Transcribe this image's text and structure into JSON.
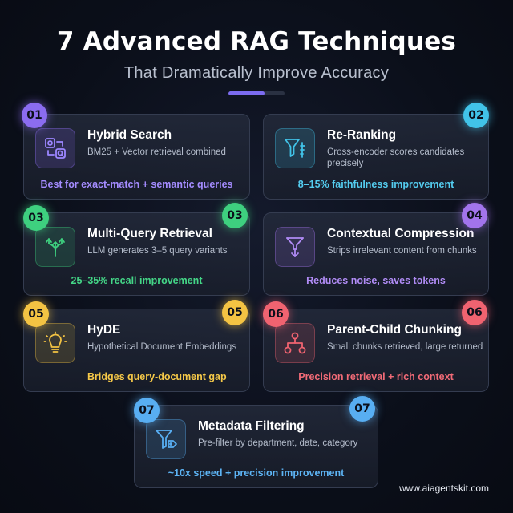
{
  "header": {
    "title": "7 Advanced RAG Techniques",
    "subtitle": "That Dramatically Improve Accuracy",
    "progress": 0.64
  },
  "colors": {
    "purple": "#8b6cf0",
    "cyan": "#41c3e8",
    "green": "#3ed07f",
    "violet": "#a274ec",
    "yellow": "#f3c343",
    "red": "#f06370",
    "blue": "#58aef2"
  },
  "cards": [
    {
      "number": "01",
      "title": "Hybrid Search",
      "desc": "BM25 + Vector retrieval combined",
      "foot": "Best for exact-match + semantic queries",
      "icon": "search-icon",
      "color": "purple"
    },
    {
      "number": "02",
      "title": "Re-Ranking",
      "desc": "Cross-encoder scores candidates precisely",
      "foot": "8–15% faithfulness improvement",
      "icon": "funnel-icon",
      "color": "cyan"
    },
    {
      "number": "03",
      "title": "Multi-Query Retrieval",
      "desc": "LLM generates 3–5 query variants",
      "foot": "25–35% recall improvement",
      "icon": "branch-arrows-icon",
      "color": "green"
    },
    {
      "number": "04",
      "title": "Contextual Compression",
      "desc": "Strips irrelevant content from chunks",
      "foot": "Reduces noise, saves tokens",
      "icon": "compress-funnel-icon",
      "color": "violet"
    },
    {
      "number": "05",
      "title": "HyDE",
      "desc": "Hypothetical Document Embeddings",
      "foot": "Bridges query-document gap",
      "icon": "lightbulb-icon",
      "color": "yellow"
    },
    {
      "number": "06",
      "title": "Parent-Child Chunking",
      "desc": "Small chunks retrieved, large returned",
      "foot": "Precision retrieval + rich context",
      "icon": "hierarchy-icon",
      "color": "red"
    },
    {
      "number": "07",
      "title": "Metadata Filtering",
      "desc": "Pre-filter by department, date, category",
      "foot": "~10x speed + precision improvement",
      "icon": "filter-tag-icon",
      "color": "blue"
    }
  ],
  "footer": {
    "url": "www.aiagentskit.com"
  }
}
